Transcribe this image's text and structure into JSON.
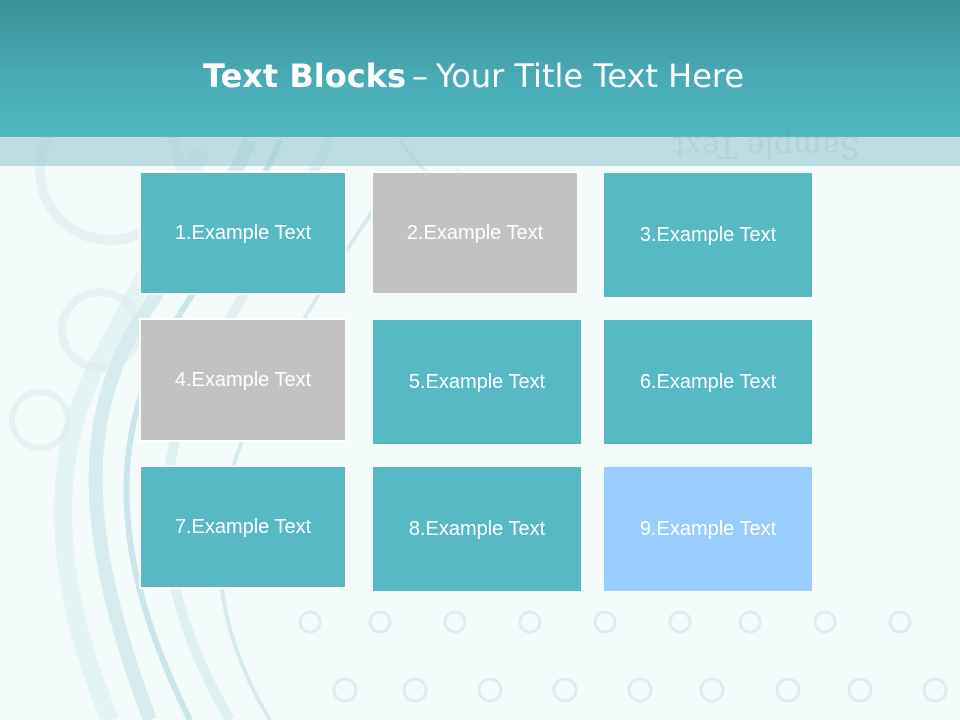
{
  "title": {
    "bold": "Text Blocks",
    "dash": "–",
    "rest": "Your Title Text Here"
  },
  "watermark": "Sample Text",
  "colors": {
    "teal": "#57b9c4",
    "gray": "#c2c2c2",
    "blue": "#99ccff",
    "header": "#48aab4"
  },
  "blocks": [
    {
      "label": "1.Example Text",
      "color": "#57b9c4"
    },
    {
      "label": "2.Example Text",
      "color": "#c2c2c2"
    },
    {
      "label": "3.Example Text",
      "color": "#57b9c4"
    },
    {
      "label": "4.Example Text",
      "color": "#c2c2c2"
    },
    {
      "label": "5.Example Text",
      "color": "#57b9c4"
    },
    {
      "label": "6.Example Text",
      "color": "#57b9c4"
    },
    {
      "label": "7.Example Text",
      "color": "#57b9c4"
    },
    {
      "label": "8.Example Text",
      "color": "#57b9c4"
    },
    {
      "label": "9.Example Text",
      "color": "#99ccff"
    }
  ]
}
